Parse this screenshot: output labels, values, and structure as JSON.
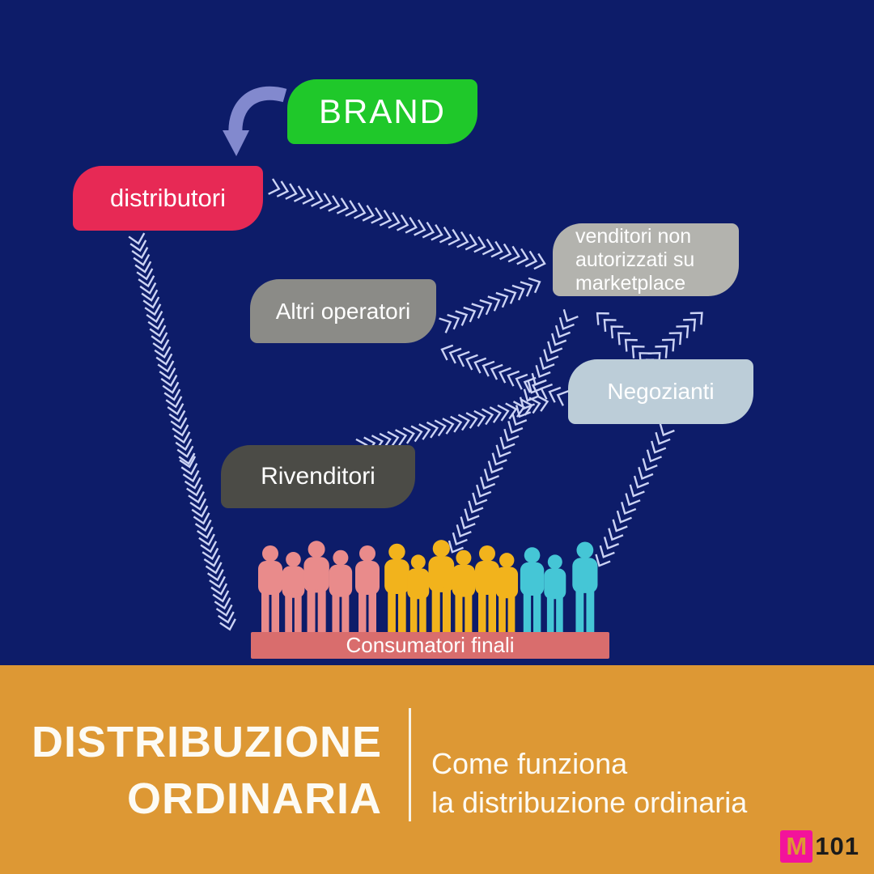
{
  "diagram": {
    "background": "#0d1c69",
    "arrow_color": "#ccd3f4",
    "brand_arrow_color": "#8289ce",
    "nodes": [
      {
        "id": "brand",
        "label": "BRAND",
        "color": "#1fc82a"
      },
      {
        "id": "distributori",
        "label": "distributori",
        "color": "#e72955"
      },
      {
        "id": "venditori-non-autorizzati",
        "lines": [
          "venditori non",
          "autorizzati su",
          "marketplace"
        ],
        "color": "#b3b3ae"
      },
      {
        "id": "altri-operatori",
        "label": "Altri operatori",
        "color": "#8b8b87"
      },
      {
        "id": "negozianti",
        "label": "Negozianti",
        "color": "#bccdd8"
      },
      {
        "id": "rivenditori",
        "label": "Rivenditori",
        "color": "#4b4b46"
      },
      {
        "id": "consumatori-finali",
        "label": "Consumatori finali",
        "color": "#d96d6d"
      }
    ],
    "crowd_colors": [
      "#e98b8b",
      "#f2b31c",
      "#45c6d6"
    ]
  },
  "footer": {
    "background": "#dd9834",
    "title_line1": "DISTRIBUZIONE",
    "title_line2": "ORDINARIA",
    "subtitle_line1": "Come funziona",
    "subtitle_line2": "la distribuzione ordinaria",
    "logo": {
      "m": "M",
      "number": "101",
      "badge_color": "#f3139b"
    }
  }
}
